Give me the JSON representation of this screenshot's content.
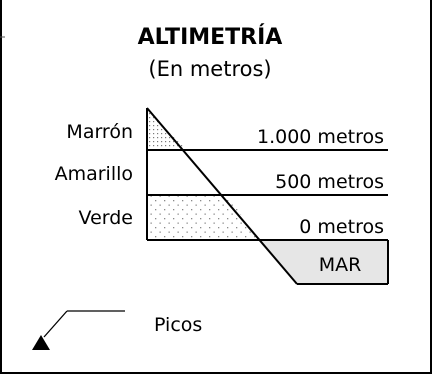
{
  "legend": {
    "title": "ALTIMETRÍA",
    "subtitle": "(En metros)",
    "bands": [
      {
        "name": "Marrón",
        "elevation": "1.000 metros"
      },
      {
        "name": "Amarillo",
        "elevation": "500 metros"
      },
      {
        "name": "Verde",
        "elevation": "0 metros"
      }
    ],
    "sea_label": "MAR",
    "peaks_label": "Picos",
    "icons": [
      "peak-triangle-icon"
    ]
  },
  "colors": {
    "border": "#000000",
    "sea_fill": "#e6e6e6",
    "stipple": "#8a8a8a",
    "background": "#ffffff"
  }
}
